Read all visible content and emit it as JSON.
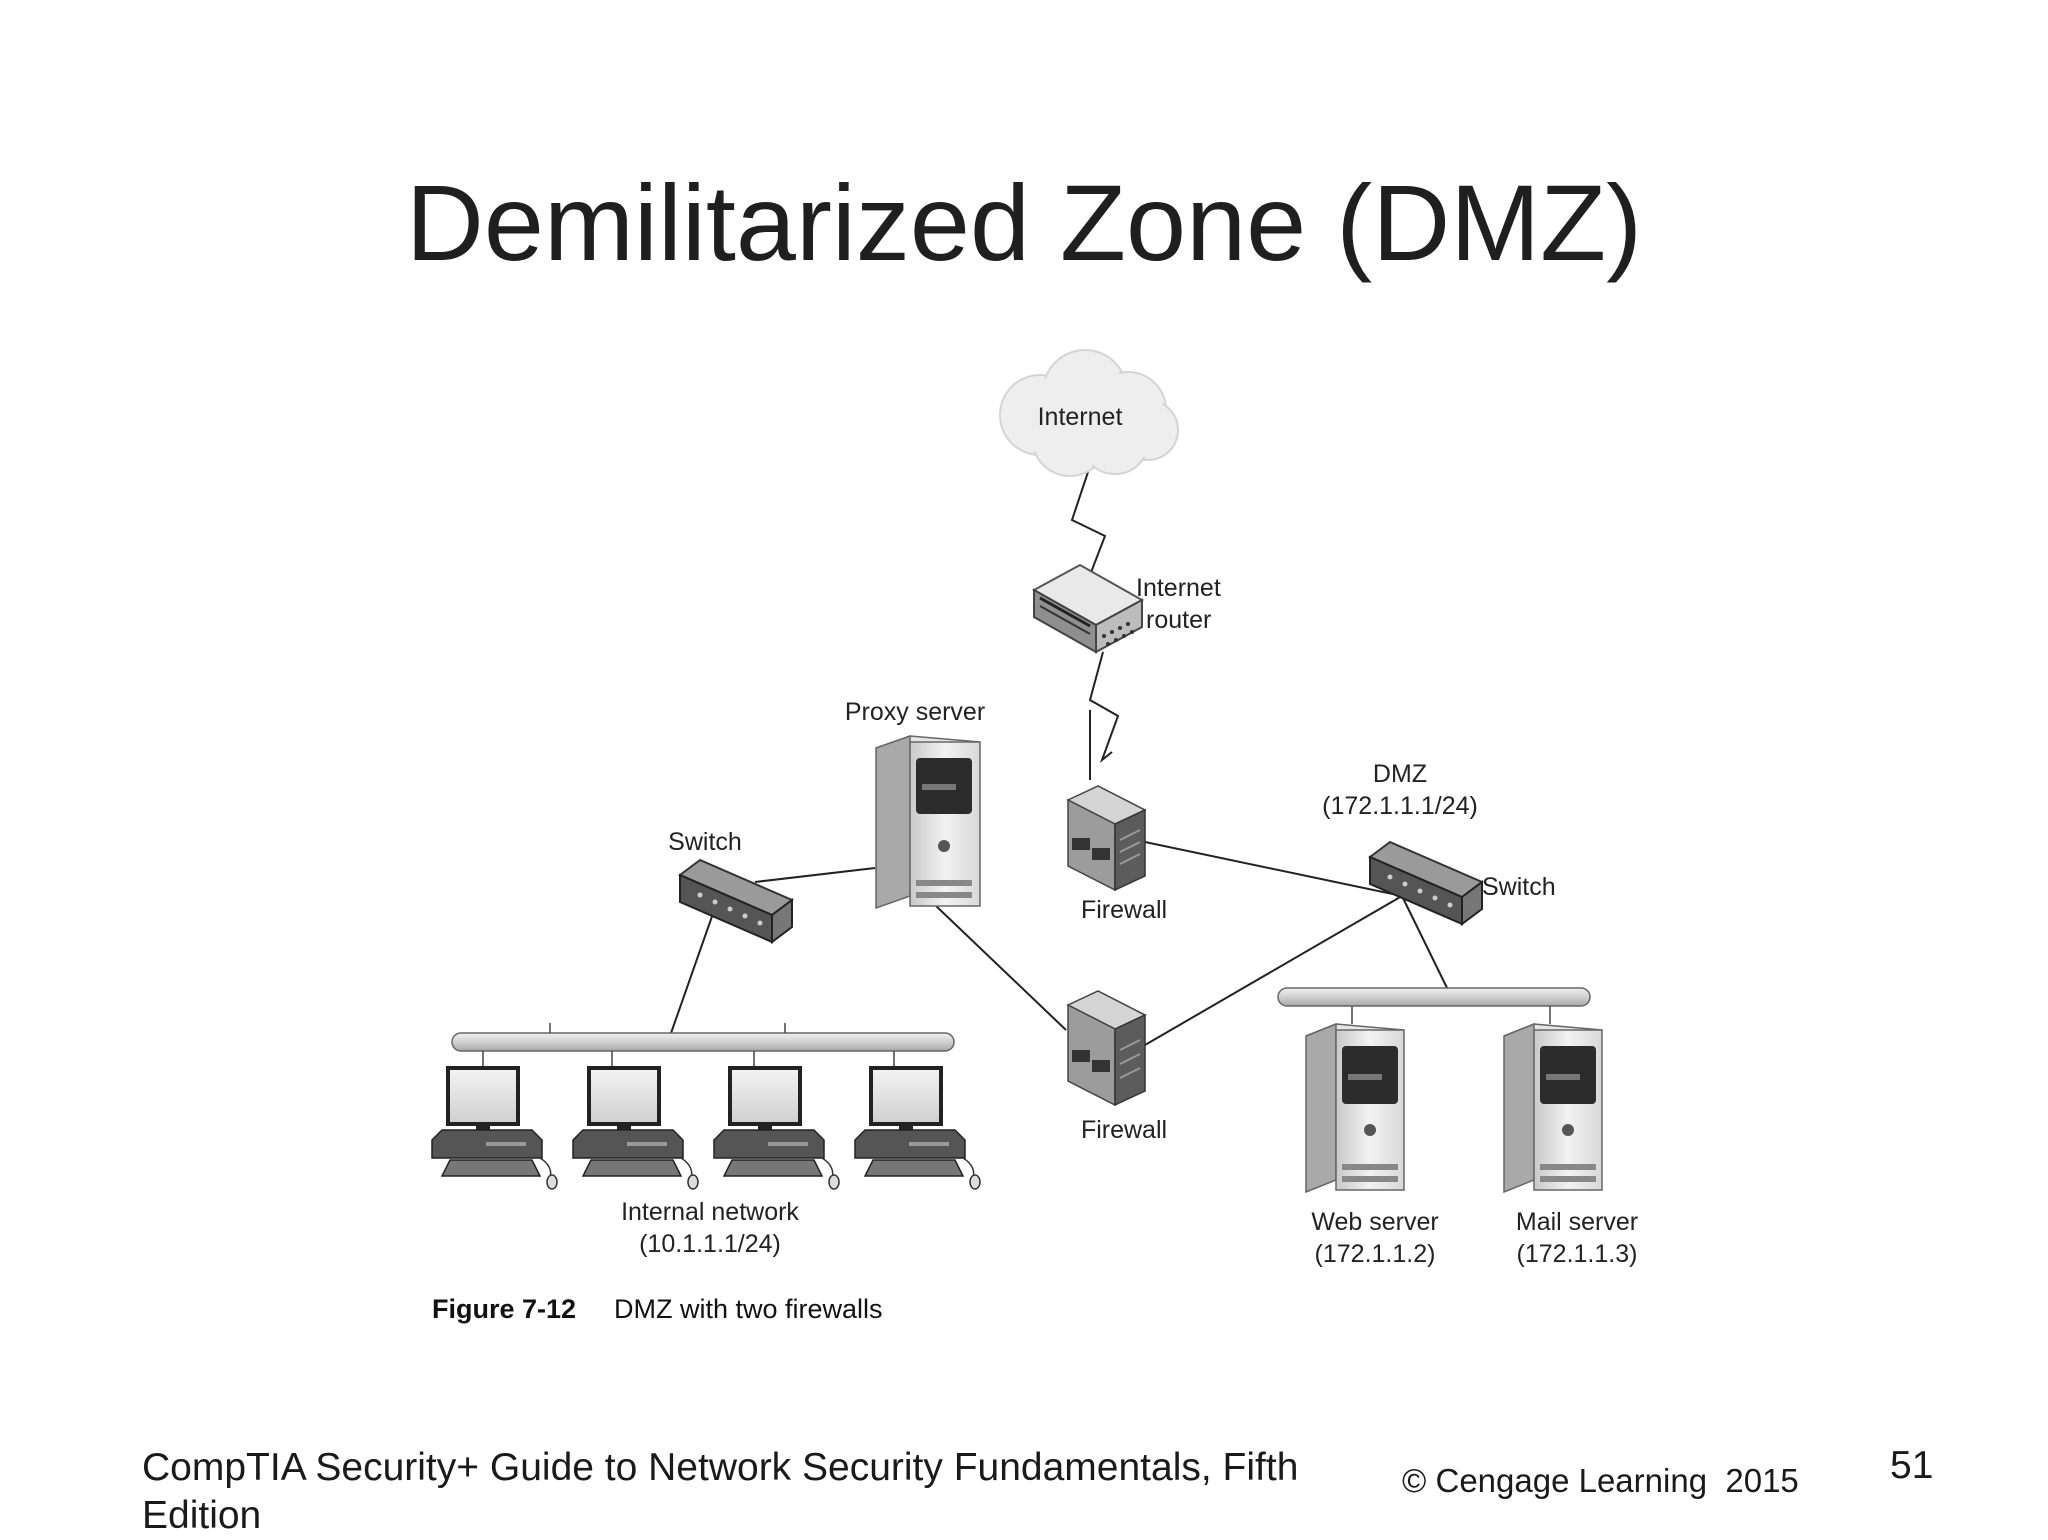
{
  "slide": {
    "title": "Demilitarized Zone (DMZ)",
    "footer_left": "CompTIA Security+ Guide to Network Security Fundamentals, Fifth Edition",
    "copyright": "© Cengage Learning  2015",
    "page_number": "51"
  },
  "diagram": {
    "internet": "Internet",
    "router_line1": "Internet",
    "router_line2": "router",
    "proxy": "Proxy server",
    "switch_left": "Switch",
    "firewall_top": "Firewall",
    "firewall_bottom": "Firewall",
    "dmz_line1": "DMZ",
    "dmz_line2": "(172.1.1.1/24)",
    "switch_right": "Switch",
    "internal_line1": "Internal network",
    "internal_line2": "(10.1.1.1/24)",
    "web_line1": "Web server",
    "web_line2": "(172.1.1.2)",
    "mail_line1": "Mail server",
    "mail_line2": "(172.1.1.3)",
    "figure_label": "Figure 7-12",
    "figure_caption": "DMZ with two firewalls"
  }
}
